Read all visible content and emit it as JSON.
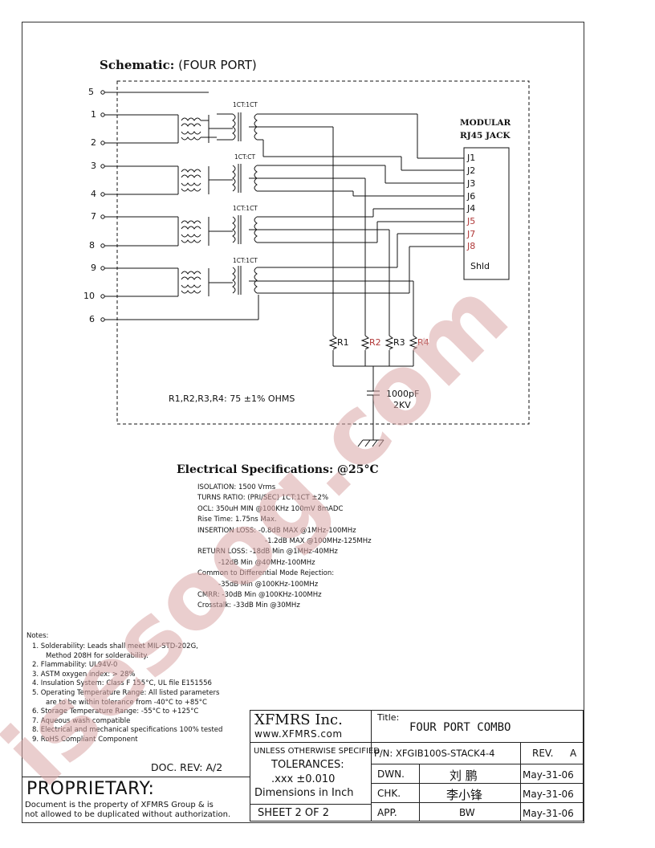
{
  "schematic": {
    "title_bold": "Schematic:",
    "title_rest": "(FOUR PORT)",
    "pins": [
      "5",
      "1",
      "2",
      "3",
      "4",
      "7",
      "8",
      "9",
      "10",
      "6"
    ],
    "transformer_labels": [
      "1CT:1CT",
      "1CT:CT",
      "1CT:1CT",
      "1CT:1CT"
    ],
    "jack_title": [
      "MODULAR",
      "RJ45  JACK"
    ],
    "jack_pins": [
      "J1",
      "J2",
      "J3",
      "J6",
      "J4",
      "J5",
      "J7",
      "J8"
    ],
    "jack_shield": "Shld",
    "resistors": [
      "R1",
      "R2",
      "R3",
      "R4"
    ],
    "cap_value": "1000pF",
    "cap_voltage": "2KV",
    "resistor_note": "R1,R2,R3,R4:  75  ±1%  OHMS"
  },
  "electrical": {
    "title": "Electrical   Specifications:  @25°C",
    "rows": [
      "ISOLATION: 1500 Vrms",
      "TURNS RATIO: (PRI/SEC) 1CT:1CT ±2%",
      "OCL: 350uH MIN @100KHz 100mV 8mADC",
      "Rise Time: 1.75ns Max.",
      "INSERTION LOSS: -0.8dB MAX @1MHz-100MHz",
      "-1.2dB MAX @100MHz-125MHz",
      "RETURN LOSS: -18dB Min @1MHz-40MHz",
      "-12dB Min @40MHz-100MHz",
      "Common to Differential Mode Rejection:",
      "-35dB Min @100KHz-100MHz",
      "CMRR: -30dB Min @100KHz-100MHz",
      "Crosstalk: -33dB Min @30MHz"
    ]
  },
  "notes": {
    "title": "Notes:",
    "items": [
      "1. Solderability: Leads shall meet MIL-STD-202G,",
      "Method 208H for solderability.",
      "2. Flammability: UL94V-0",
      "3. ASTM oxygen index: > 28%",
      "4. Insulation System: Class F 155°C, UL file E151556",
      "5. Operating Temperature Range: All listed parameters",
      "are to be within tolerance from -40°C to +85°C",
      "6. Storage Temperature Range: -55°C to +125°C",
      "7. Aqueous wash compatible",
      "8. Electrical and mechanical specifications 100% tested",
      "9. RoHS Compliant Component"
    ]
  },
  "footer": {
    "doc_rev": "DOC. REV: A/2",
    "proprietary": "PROPRIETARY:",
    "proprietary_text": [
      "Document is the property of XFMRS Group & is",
      "not allowed to be duplicated without authorization."
    ]
  },
  "title_block": {
    "company": "XFMRS Inc.",
    "website": "www.XFMRS.com",
    "title_label": "Title:",
    "title_value": "FOUR PORT COMBO",
    "unless": "UNLESS OTHERWISE SPECIFIED",
    "tolerances": "TOLERANCES:",
    "tolerance_value": ".xxx ±0.010",
    "dimensions": "Dimensions in Inch",
    "sheet": "SHEET  2  OF  2",
    "pn": "P/N: XFGIB100S-STACK4-4",
    "rev_label": "REV.",
    "rev_value": "A",
    "dwn_label": "DWN.",
    "dwn_name": "刘  鹏",
    "dwn_date": "May-31-06",
    "chk_label": "CHK.",
    "chk_name": "李小锋",
    "chk_date": "May-31-06",
    "app_label": "APP.",
    "app_name": "BW",
    "app_date": "May-31-06"
  },
  "watermark": "isesoog.com",
  "colors": {
    "line": "#111111",
    "accent_red": "#b03838",
    "watermark": "#d9a6a6"
  }
}
